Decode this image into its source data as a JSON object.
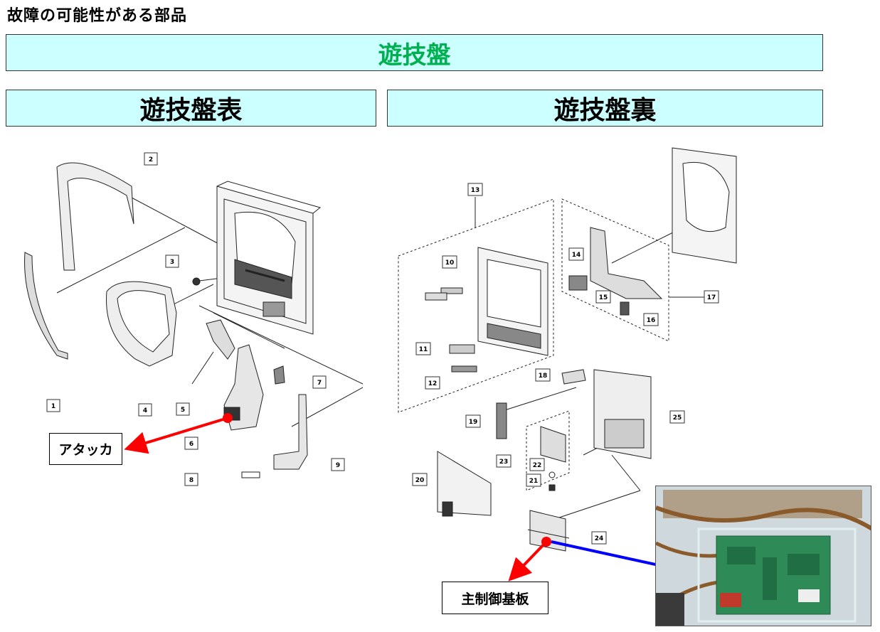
{
  "page": {
    "title": "故障の可能性がある部品"
  },
  "banners": {
    "main": "遊技盤",
    "front": "遊技盤表",
    "back": "遊技盤裏"
  },
  "callouts": {
    "attacker": "アタッカ",
    "main_board": "主制御基板"
  },
  "part_numbers": [
    "1",
    "2",
    "3",
    "4",
    "5",
    "6",
    "7",
    "8",
    "9",
    "10",
    "11",
    "12",
    "13",
    "14",
    "15",
    "16",
    "17",
    "18",
    "19",
    "20",
    "21",
    "22",
    "23",
    "24",
    "25"
  ],
  "colors": {
    "banner_bg": "#ccffff",
    "main_banner_text": "#00b050",
    "arrow_red": "#ff0000",
    "arrow_blue": "#0000ff",
    "pcb_green": "#2e8b57"
  }
}
